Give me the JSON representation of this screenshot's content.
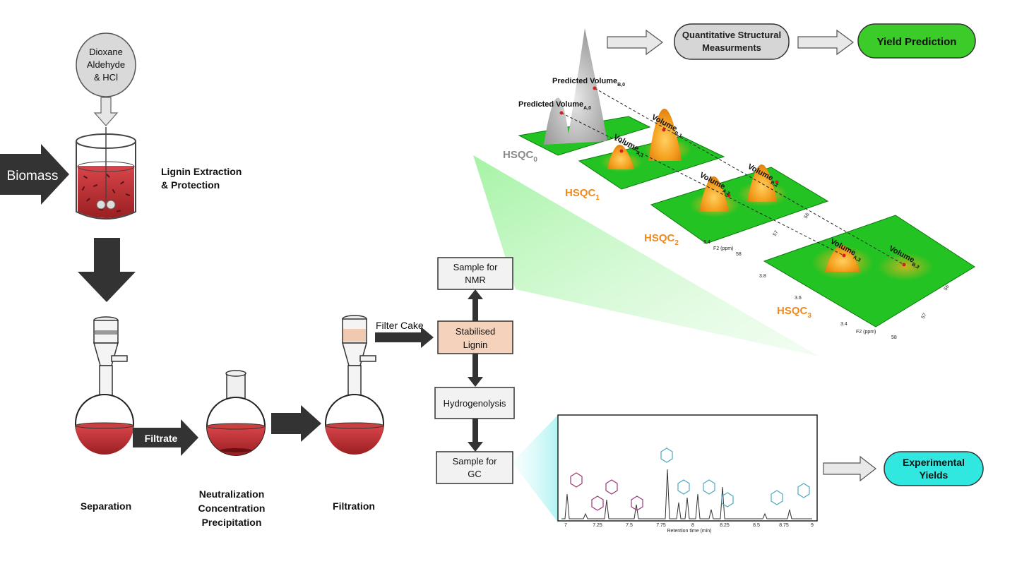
{
  "inputs": {
    "reagent_lines": [
      "Dioxane",
      "Aldehyde",
      "& HCl"
    ],
    "biomass": "Biomass"
  },
  "steps": {
    "extraction_line1": "Lignin Extraction",
    "extraction_line2": "& Protection",
    "separation": "Separation",
    "neutralization_lines": [
      "Neutralization",
      "Concentration",
      "Precipitation"
    ],
    "filtration": "Filtration",
    "filtrate": "Filtrate",
    "filter_cake": "Filter Cake"
  },
  "flow_boxes": {
    "sample_nmr": [
      "Sample for",
      "NMR"
    ],
    "stabilised_lignin": [
      "Stabilised",
      "Lignin"
    ],
    "hydrogenolysis": "Hydrogenolysis",
    "sample_gc": [
      "Sample for",
      "GC"
    ]
  },
  "outcomes": {
    "quantitative": [
      "Quantitative Structural",
      "Measurments"
    ],
    "yield_prediction": "Yield Prediction",
    "experimental_yields": [
      "Experimental",
      "Yields"
    ]
  },
  "hsqc": {
    "labels": [
      {
        "base": "HSQC",
        "sub": "0"
      },
      {
        "base": "HSQC",
        "sub": "1"
      },
      {
        "base": "HSQC",
        "sub": "2"
      },
      {
        "base": "HSQC",
        "sub": "3"
      }
    ],
    "predicted": [
      {
        "base": "Predicted Volume",
        "sub": "B,0"
      },
      {
        "base": "Predicted Volume",
        "sub": "A,0"
      }
    ],
    "volumes": [
      {
        "base": "Volume",
        "sub": "B,1"
      },
      {
        "base": "Volume",
        "sub": "A,1"
      },
      {
        "base": "Volume",
        "sub": "A,2"
      },
      {
        "base": "Volume",
        "sub": "B,2"
      },
      {
        "base": "Volume",
        "sub": "A,3"
      },
      {
        "base": "Volume",
        "sub": "B,3"
      }
    ],
    "axis_ticks": [
      "3.8",
      "3.6",
      "3.4",
      "F2 (ppm)",
      "58",
      "57",
      "56",
      "3.4",
      "F2 (ppm)",
      "58",
      "57",
      "56"
    ],
    "axis_label": "F2 (ppm)"
  },
  "gc": {
    "x_ticks": [
      "7",
      "7.25",
      "7.5",
      "7.75",
      "8",
      "8.25",
      "8.5",
      "8.75",
      "9"
    ],
    "x_label": "Retention time (min)"
  },
  "colors": {
    "arrow_dark": "#333333",
    "flask_red": "#b22a2a",
    "hsqc_green": "#22c322",
    "peak_orange": "#f5a020",
    "yield_green": "#3ccc2a",
    "exp_cyan": "#30e8e0",
    "lignin_box": "#f5d2bb"
  }
}
